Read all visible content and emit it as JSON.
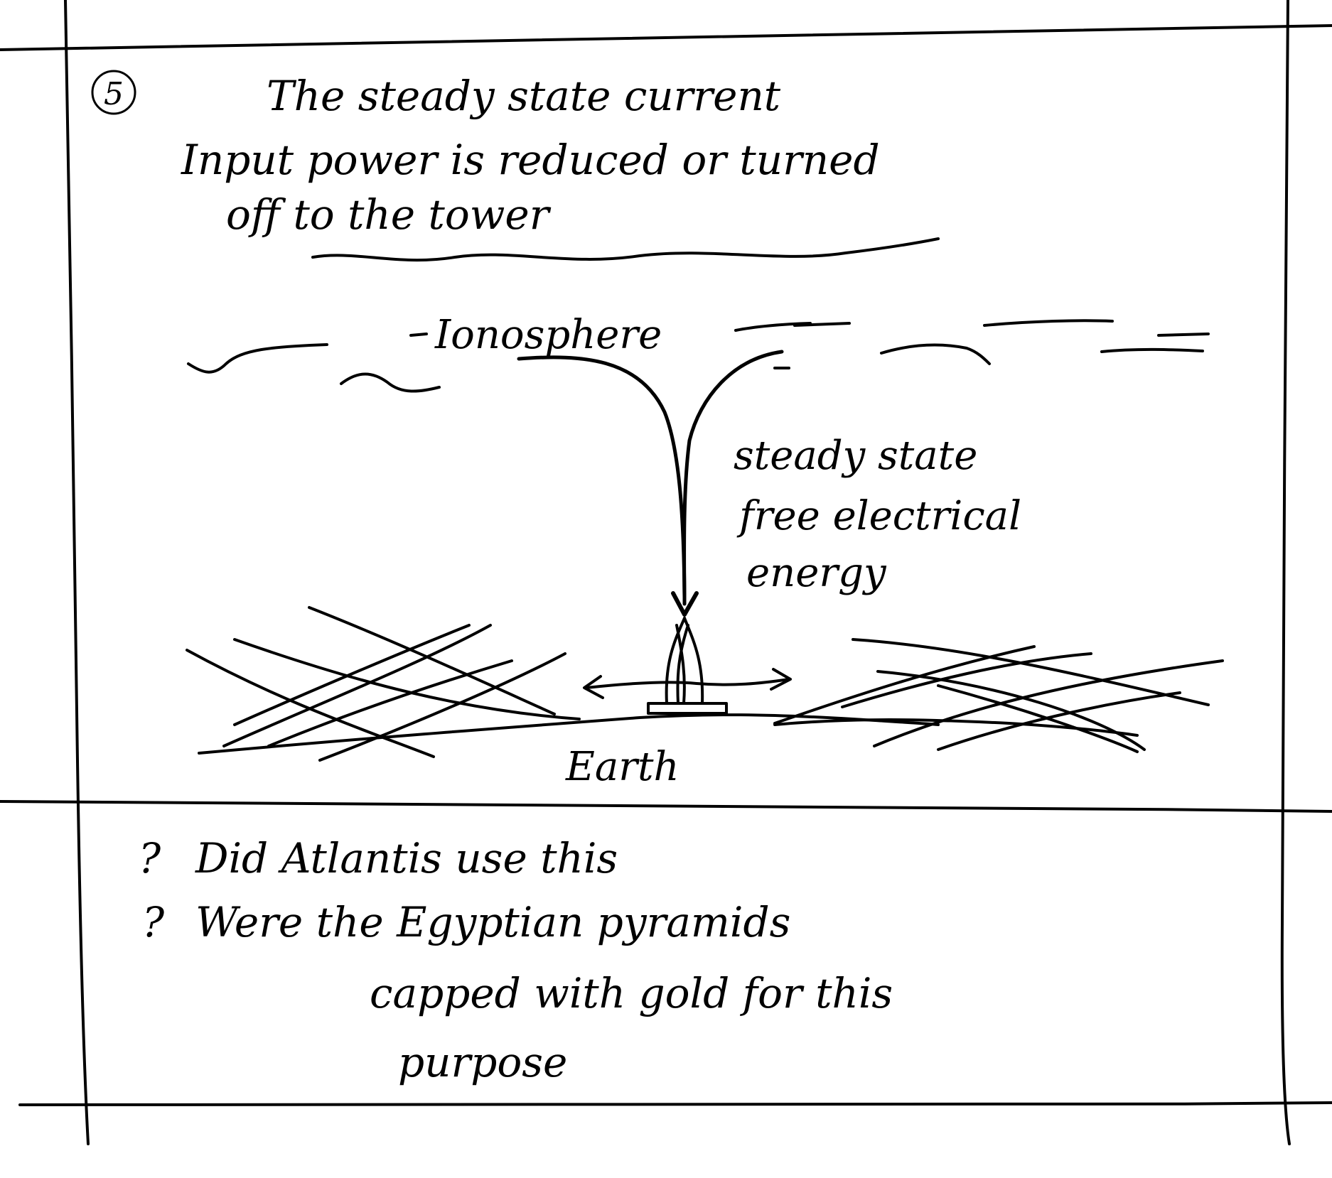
{
  "step_number": "5",
  "heading": {
    "line1": "The steady state current",
    "line2": "Input power is reduced or turned",
    "line3": "off to the tower"
  },
  "diagram": {
    "ionosphere_label": "Ionosphere",
    "energy_label": {
      "line1": "steady state",
      "line2": "free electrical",
      "line3": "energy"
    },
    "earth_label": "Earth"
  },
  "questions": [
    {
      "marker": "?",
      "text": "Did Atlantis use this"
    },
    {
      "marker": "?",
      "text": "Were the Egyptian pyramids"
    }
  ],
  "question_continuation": {
    "line1": "capped with gold for this",
    "line2": "purpose"
  }
}
